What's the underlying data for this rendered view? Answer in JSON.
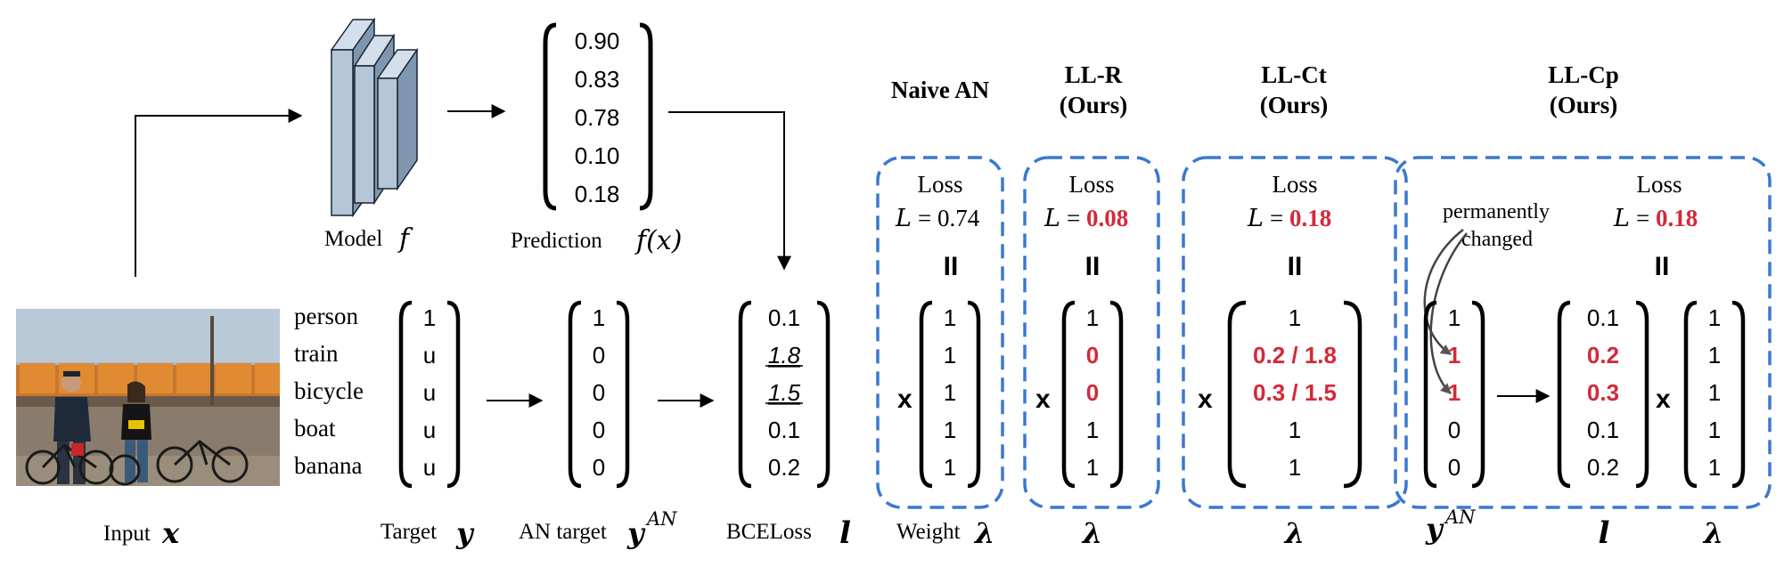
{
  "colors": {
    "box_dash": "#3a78d0",
    "highlight_red": "#d32a3a",
    "model_layer": "#b4c6d8",
    "stroke": "#000000"
  },
  "icons": {
    "model": "stacked-layers-icon",
    "photo": "photo-of-people-with-bicycles"
  },
  "top": {
    "model_label": "Model",
    "model_symbol": "f",
    "prediction_label": "Prediction",
    "prediction_symbol": "f(x)",
    "prediction_values": [
      "0.90",
      "0.83",
      "0.78",
      "0.10",
      "0.18"
    ]
  },
  "bottom": {
    "input_label": "Input",
    "input_symbol": "x",
    "classes": [
      "person",
      "train",
      "bicycle",
      "boat",
      "banana"
    ],
    "target_values": [
      "1",
      "u",
      "u",
      "u",
      "u"
    ],
    "target_label": "Target",
    "target_symbol": "y",
    "an_values": [
      "1",
      "0",
      "0",
      "0",
      "0"
    ],
    "an_label": "AN target",
    "an_symbol": "y",
    "an_superscript": "AN",
    "bce_values": [
      "0.1",
      "1.8",
      "1.5",
      "0.1",
      "0.2"
    ],
    "bce_label": "BCELoss",
    "bce_symbol": "l"
  },
  "methods": {
    "naive": {
      "title": "Naive AN",
      "loss_label": "Loss",
      "loss_symbol": "L",
      "eq": "=",
      "loss_value": "0.74",
      "equals_symbol": "II",
      "times": "x",
      "weights": [
        "1",
        "1",
        "1",
        "1",
        "1"
      ],
      "bottom_label": "Weight",
      "bottom_symbol": "λ"
    },
    "llr": {
      "title": "LL-R",
      "subtitle": "(Ours)",
      "loss_label": "Loss",
      "loss_symbol": "L",
      "eq": "=",
      "loss_value": "0.08",
      "equals_symbol": "II",
      "times": "x",
      "weights": [
        "1",
        "0",
        "0",
        "1",
        "1"
      ],
      "bottom_symbol": "λ"
    },
    "llct": {
      "title": "LL-Ct",
      "subtitle": "(Ours)",
      "loss_label": "Loss",
      "loss_symbol": "L",
      "eq": "=",
      "loss_value": "0.18",
      "equals_symbol": "II",
      "times": "x",
      "weights": [
        "1",
        "0.2 / 1.8",
        "0.3 / 1.5",
        "1",
        "1"
      ],
      "bottom_symbol": "λ"
    },
    "llcp": {
      "title": "LL-Cp",
      "subtitle": "(Ours)",
      "loss_label": "Loss",
      "loss_symbol": "L",
      "eq": "=",
      "loss_value": "0.18",
      "equals_symbol": "II",
      "note_line1": "permanently",
      "note_line2": "changed",
      "times": "x",
      "yan_values": [
        "1",
        "1",
        "1",
        "0",
        "0"
      ],
      "l_values": [
        "0.1",
        "0.2",
        "0.3",
        "0.1",
        "0.2"
      ],
      "lambda_values": [
        "1",
        "1",
        "1",
        "1",
        "1"
      ],
      "label_yan_symbol": "y",
      "label_yan_sup": "AN",
      "label_l_symbol": "l",
      "label_lambda_symbol": "λ"
    }
  }
}
